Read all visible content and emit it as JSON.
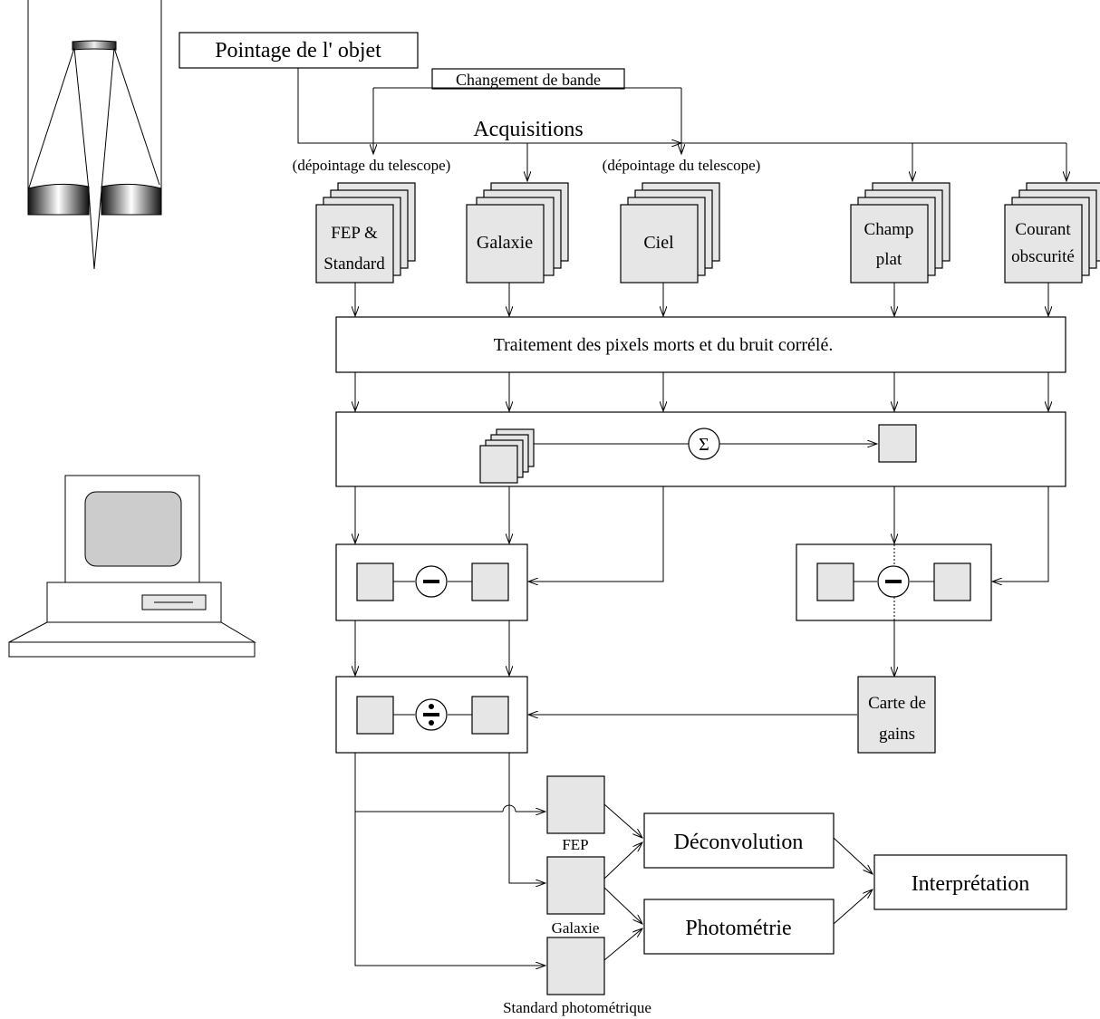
{
  "top": {
    "pointage": "Pointage de l' objet",
    "changement_bande": "Changement de bande",
    "acquisitions": "Acquisitions",
    "depointage_1": "(dépointage du telescope)",
    "depointage_2": "(dépointage du telescope)"
  },
  "stacks": {
    "fep_line1": "FEP &",
    "fep_line2": "Standard",
    "galaxie": "Galaxie",
    "ciel": "Ciel",
    "champ_line1": "Champ",
    "champ_line2": "plat",
    "courant_line1": "Courant",
    "courant_line2": "obscurité"
  },
  "processing": {
    "traitement": "Traitement des pixels morts et du bruit corrélé.",
    "sum_symbol": "Σ",
    "gain_line1": "Carte de",
    "gain_line2": "gains"
  },
  "outputs": {
    "fep": "FEP",
    "galaxie": "Galaxie",
    "standard": "Standard photométrique",
    "deconvolution": "Déconvolution",
    "photometrie": "Photométrie",
    "interpretation": "Interprétation"
  }
}
